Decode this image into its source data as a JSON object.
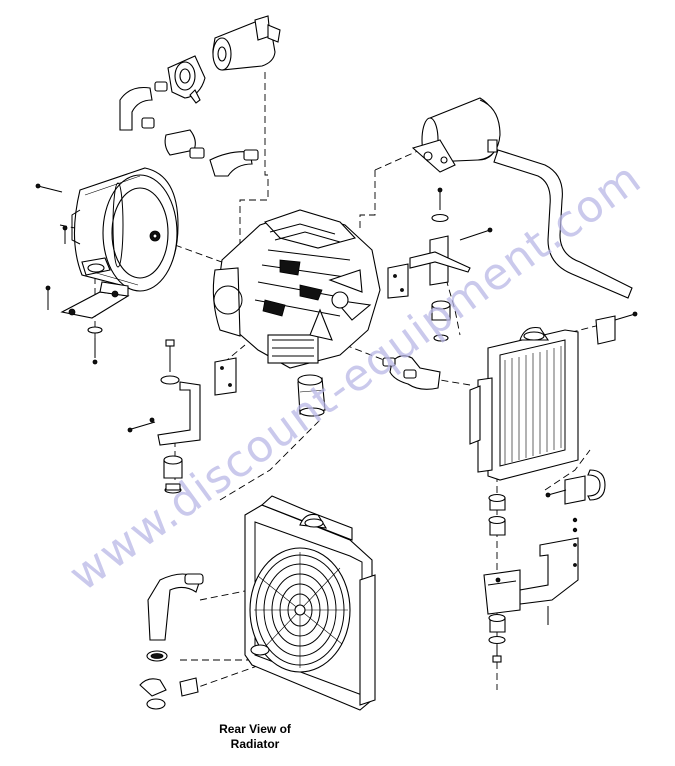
{
  "figure": {
    "caption_line1": "Rear View of",
    "caption_line2": "Radiator",
    "watermark": "www.discount-equipment.com"
  },
  "colors": {
    "line": "#000000",
    "background": "#ffffff",
    "watermark": "#b9b7e6"
  },
  "components": [
    "air-cleaner-housing",
    "air-filter-element",
    "intake-hose",
    "muffler",
    "exhaust-pipe",
    "engine",
    "oil-filter",
    "engine-mount-bracket",
    "rubber-mount",
    "radiator",
    "fan-shroud",
    "radiator-hose",
    "radiator-bracket"
  ]
}
